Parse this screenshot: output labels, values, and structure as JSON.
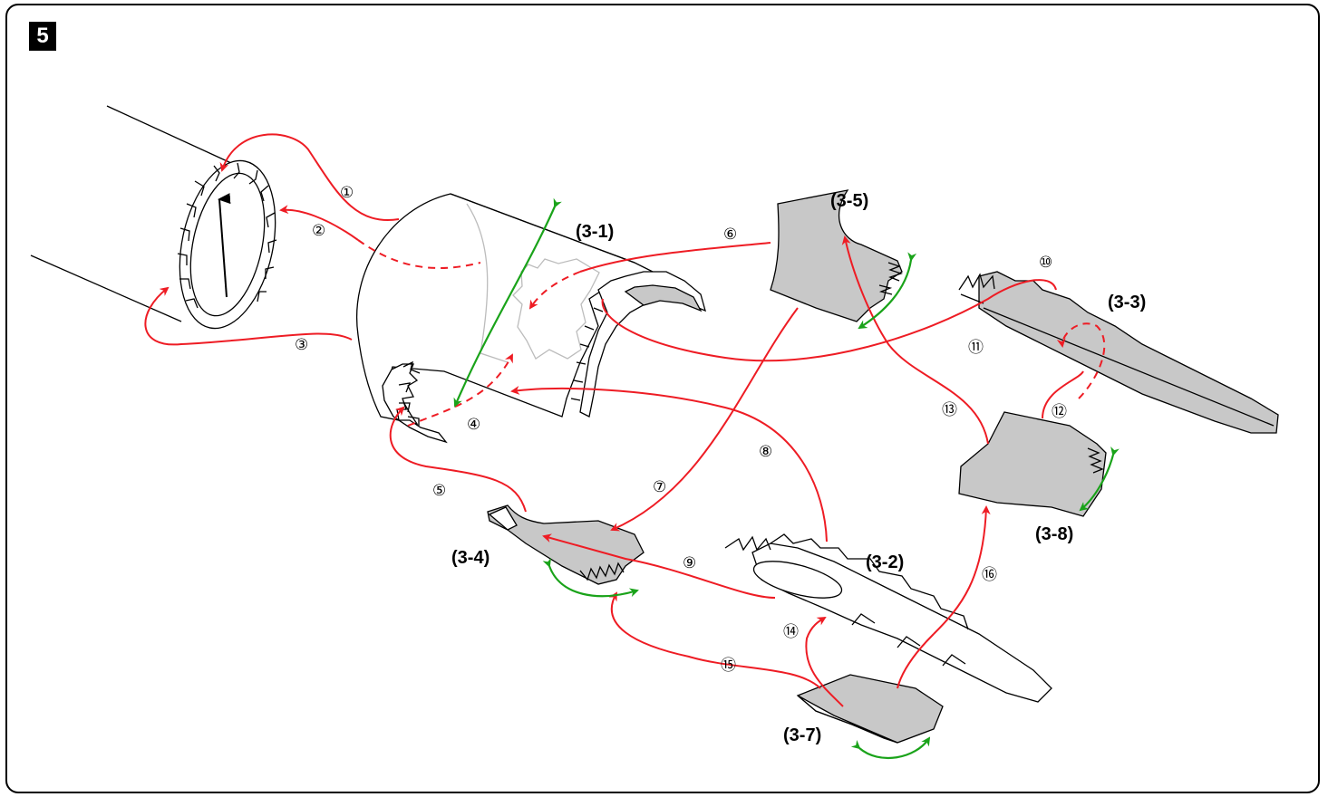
{
  "step": {
    "number": "5"
  },
  "parts": {
    "p31": "(3-1)",
    "p32": "(3-2)",
    "p33": "(3-3)",
    "p34": "(3-4)",
    "p35": "(3-5)",
    "p37": "(3-7)",
    "p38": "(3-8)"
  },
  "steps": [
    "①",
    "②",
    "③",
    "④",
    "⑤",
    "⑥",
    "⑦",
    "⑧",
    "⑨",
    "⑩",
    "⑪",
    "⑫",
    "⑬",
    "⑭",
    "⑮",
    "⑯"
  ],
  "colors": {
    "arrow_red": "#ee1c24",
    "arrow_green": "#1aa31a",
    "part_fill": "#c8c8c8"
  }
}
